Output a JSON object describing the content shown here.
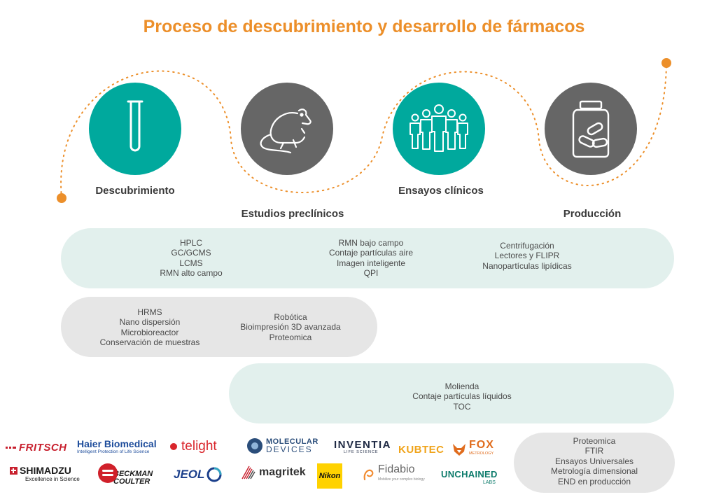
{
  "title": "Proceso de descubrimiento y desarrollo de fármacos",
  "colors": {
    "accent": "#ec8f2a",
    "teal": "#00a99d",
    "grey": "#666666",
    "mint_band": "#e2f0ed",
    "grey_band": "#e6e6e6"
  },
  "stages": [
    {
      "label": "Descubrimiento",
      "icon": "test-tube-icon"
    },
    {
      "label": "Estudios preclínicos",
      "icon": "mouse-icon"
    },
    {
      "label": "Ensayos  clínicos",
      "icon": "people-group-icon"
    },
    {
      "label": "Producción",
      "icon": "pill-bottle-icon"
    }
  ],
  "bands": {
    "band1": {
      "col1": [
        "HPLC",
        "GC/GCMS",
        "LCMS",
        "RMN alto campo"
      ],
      "col2": [
        "RMN bajo campo",
        "Contaje partículas aire",
        "Imagen inteligente",
        "QPI"
      ],
      "col3": [
        "Centrifugación",
        "Lectores y FLIPR",
        "Nanopartículas lipídicas"
      ]
    },
    "band2": {
      "col1": [
        "HRMS",
        "Nano dispersión",
        "Microbioreactor",
        "Conservación de muestras"
      ],
      "col2": [
        "Robótica",
        "Bioimpresión 3D avanzada",
        "Proteomica"
      ]
    },
    "band3": {
      "col1": [
        "Molienda",
        "Contaje partículas líquidos",
        "TOC"
      ]
    },
    "band4": {
      "col1": [
        "Proteomica",
        "FTIR",
        "Ensayos Universales",
        "Metrología dimensional",
        "END en producción"
      ]
    }
  },
  "logos": {
    "fritsch": "FRITSCH",
    "haier_main": "Haier Biomedical",
    "haier_sub": "Intelligent Protection of Life Science",
    "telight": "telight",
    "molecular_main": "MOLECULAR",
    "molecular_sub": "DEVICES",
    "inventia_main": "INVENTIA",
    "inventia_sub": "LIFE SCIENCE",
    "kubtec": "KUBTEC",
    "fox_main": "FOX",
    "fox_sub": "METROLOGY",
    "shimadzu_main": "SHIMADZU",
    "shimadzu_sub": "Excellence in Science",
    "beckman_main": "BECKMAN",
    "beckman_sub": "COULTER",
    "jeol": "JEOL",
    "magritek": "magritek",
    "nikon": "Nikon",
    "fidabio_main": "Fidabio",
    "fidabio_sub": "Mobilize your complex biology",
    "unchained_main": "UNCHAINED",
    "unchained_sub": "LABS"
  }
}
